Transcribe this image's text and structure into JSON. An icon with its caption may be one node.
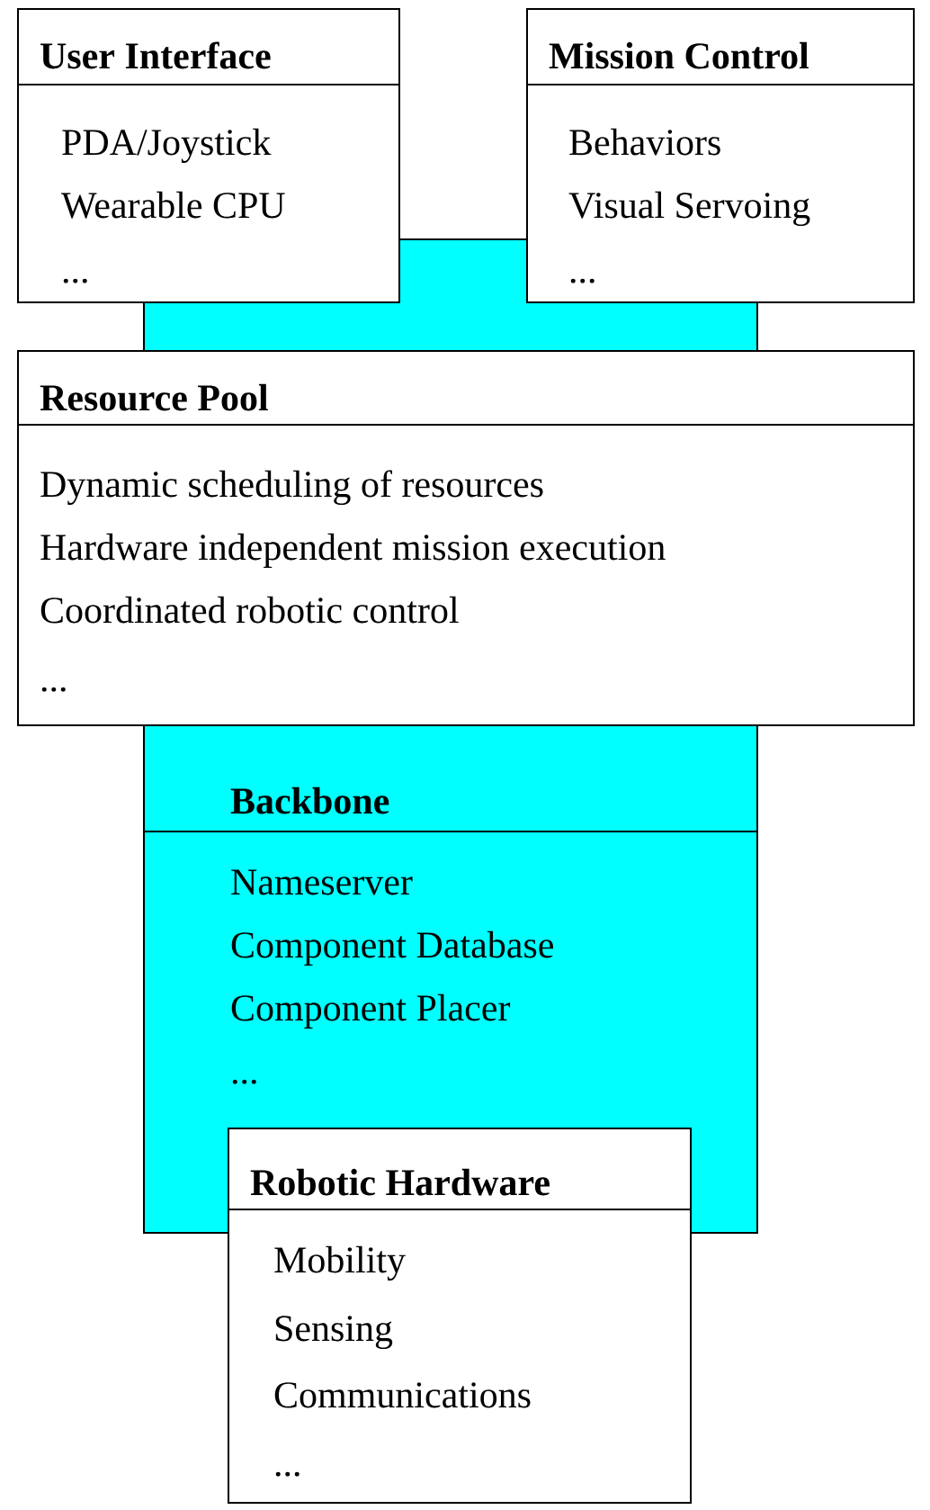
{
  "diagram": {
    "nodes": [
      {
        "text": [
          "User Interface",
          "PDA/Joystick",
          "Wearable CPU",
          "..."
        ]
      },
      {
        "text": [
          "Mission Control",
          "Behaviors",
          "Visual Servoing",
          "..."
        ]
      },
      {
        "text": [
          "Resource Pool",
          "Dynamic scheduling of resources",
          "Hardware independent mission execution",
          "Coordinated robotic control",
          "..."
        ]
      },
      {
        "text": [
          "Backbone",
          "Nameserver",
          "Component Database",
          "Component Placer",
          "..."
        ]
      },
      {
        "text": [
          "Robotic Hardware",
          "Mobility",
          "Sensing",
          "Communications",
          "..."
        ]
      }
    ]
  }
}
